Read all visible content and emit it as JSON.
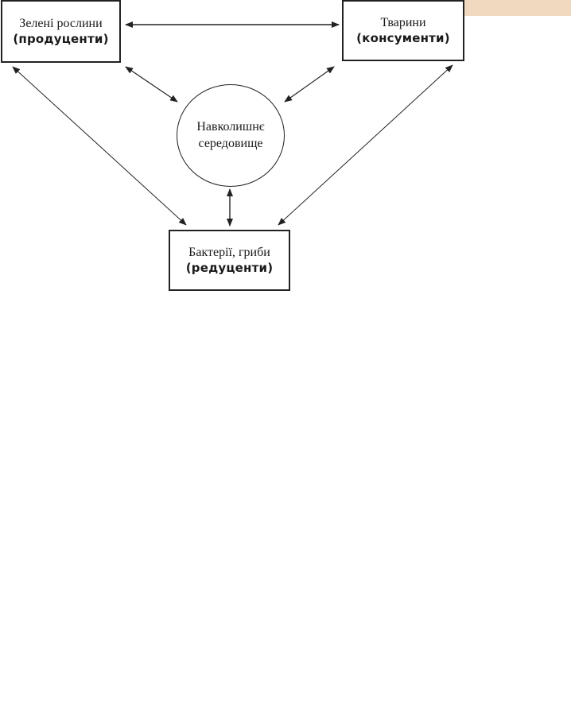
{
  "nodes": {
    "producers": {
      "name": "Зелені рослини",
      "role": "(продуценти)"
    },
    "consumers": {
      "name": "Тварини",
      "role": "(консументи)"
    },
    "environment": {
      "line1": "Навколишнє",
      "line2": "середовище"
    },
    "decomposers": {
      "name": "Бактерії, гриби",
      "role": "(редуценти)"
    }
  },
  "colors": {
    "tab": "#f1d9bf",
    "stroke": "#222222"
  }
}
